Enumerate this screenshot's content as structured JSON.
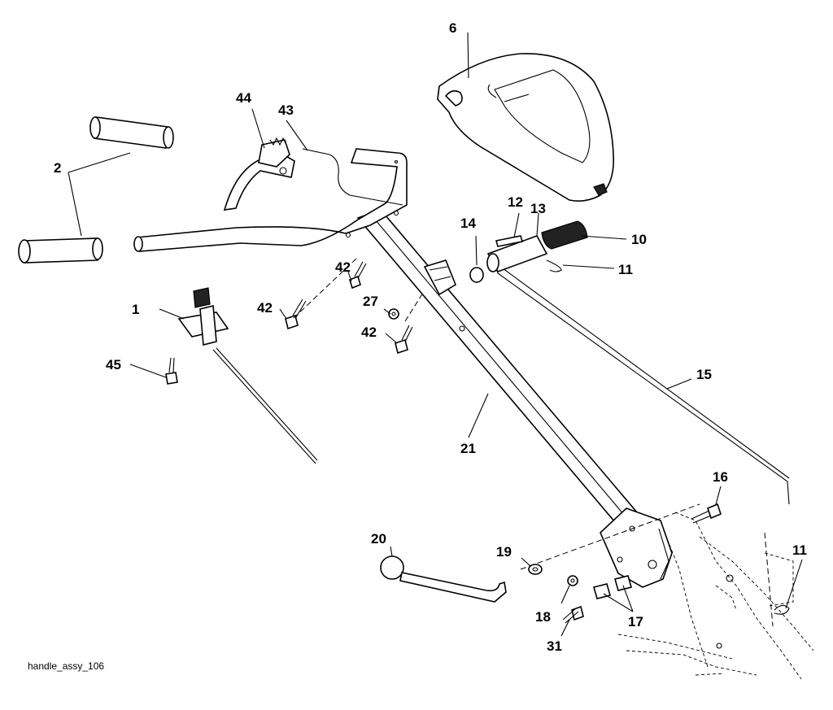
{
  "figure_id": "handle_assy_106",
  "callouts": {
    "c1": "1",
    "c2": "2",
    "c6": "6",
    "c10": "10",
    "c11a": "11",
    "c11b": "11",
    "c12": "12",
    "c13": "13",
    "c14": "14",
    "c15": "15",
    "c16": "16",
    "c17": "17",
    "c18": "18",
    "c19": "19",
    "c20": "20",
    "c21": "21",
    "c27": "27",
    "c31": "31",
    "c42a": "42",
    "c42b": "42",
    "c42c": "42",
    "c43": "43",
    "c44": "44",
    "c45": "45"
  }
}
